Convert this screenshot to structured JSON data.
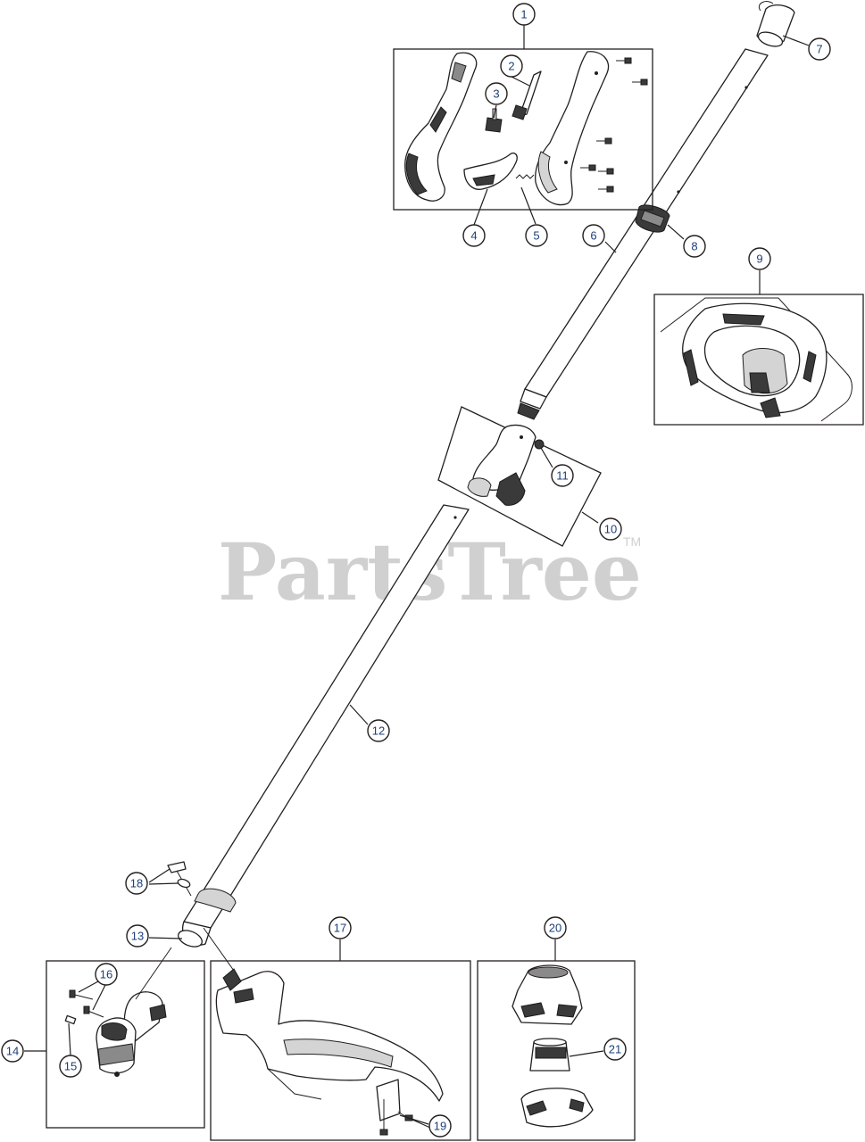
{
  "watermark": {
    "brand": "PartsTree",
    "trademark": "TM"
  },
  "callouts": {
    "c1": "1",
    "c2": "2",
    "c3": "3",
    "c4": "4",
    "c5": "5",
    "c6": "6",
    "c7": "7",
    "c8": "8",
    "c9": "9",
    "c10": "10",
    "c11": "11",
    "c12": "12",
    "c13": "13",
    "c14": "14",
    "c15": "15",
    "c16": "16",
    "c17": "17",
    "c18": "18",
    "c19": "19",
    "c20": "20",
    "c21": "21"
  },
  "colors": {
    "line": "#231f20",
    "callout_text": "#1d3f7a",
    "watermark": "#d0d0d0"
  }
}
